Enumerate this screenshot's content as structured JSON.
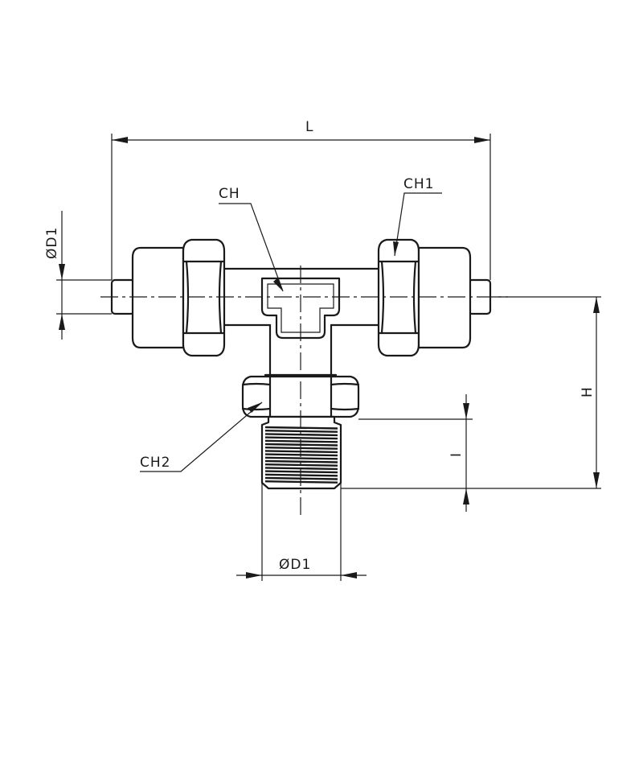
{
  "drawing": {
    "labels": {
      "overall_length": "L",
      "height": "H",
      "thread_length": "I",
      "tube_diameter": "ØD1",
      "thread_diameter": "ØD1",
      "body_hex": "CH",
      "nut_hex": "CH1",
      "base_hex": "CH2"
    },
    "colors": {
      "ink": "#1a1a1a",
      "background": "#ffffff"
    }
  }
}
